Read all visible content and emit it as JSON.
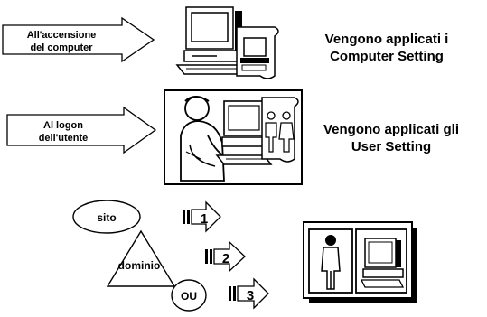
{
  "boot": {
    "arrow_line1": "All'accensione",
    "arrow_line2": "del computer",
    "caption_line1": "Vengono applicati i",
    "caption_line2": "Computer Setting"
  },
  "logon": {
    "arrow_line1": "Al logon",
    "arrow_line2": "dell'utente",
    "caption_line1": "Vengono applicati gli",
    "caption_line2": "User Setting"
  },
  "order": {
    "site": "sito",
    "domain": "dominio",
    "ou": "OU",
    "steps": [
      "1",
      "2",
      "3"
    ]
  }
}
